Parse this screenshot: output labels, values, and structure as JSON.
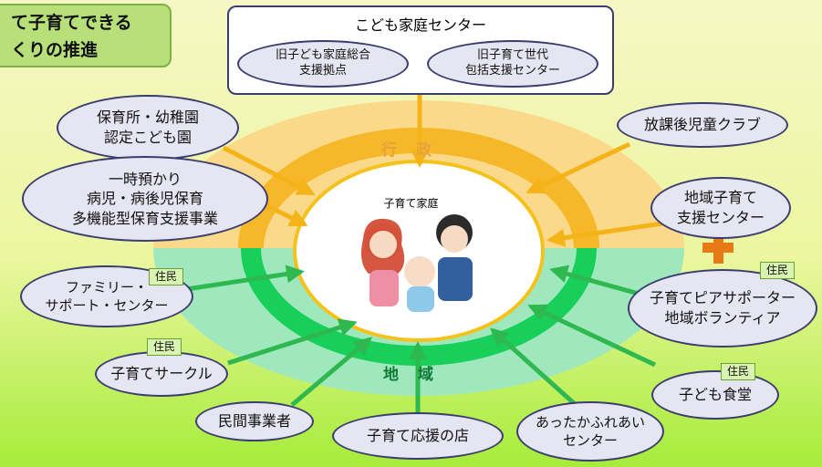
{
  "title_lines": [
    "て子育てできる",
    "くりの推進"
  ],
  "center_box": {
    "title": "こども家庭センター",
    "sub1": [
      "旧子ども家庭総合",
      "支援拠点"
    ],
    "sub2": [
      "旧子育て世代",
      "包括支援センター"
    ]
  },
  "center": "子育て家庭",
  "label_gyosei": "行　政",
  "label_chiiki": "地　域",
  "resident_tag": "住民",
  "nodes": {
    "hoikusho": [
      "保育所・幼稚園",
      "認定こども園"
    ],
    "ichiji": [
      "一時預かり",
      "病児・病後児保育",
      "多機能型保育支援事業"
    ],
    "houkago": [
      "放課後児童クラブ"
    ],
    "chiiki_kosodate": [
      "地域子育て",
      "支援センター"
    ],
    "family": [
      "ファミリー・",
      "サポート・センター"
    ],
    "circle": [
      "子育てサークル"
    ],
    "minkan": [
      "民間事業者"
    ],
    "ouen": [
      "子育て応援の店"
    ],
    "attaka": [
      "あったかふれあい",
      "センター"
    ],
    "peer": [
      "子育てピアサポーター",
      "地域ボランティア"
    ],
    "shokudo": [
      "子ども食堂"
    ]
  },
  "colors": {
    "gyosei_arrow": "#f5b31a",
    "chiiki_arrow": "#2eb84f",
    "plus": "#e87a16",
    "node_fill": "#e6e6f3",
    "node_border": "#3a3d6e"
  }
}
